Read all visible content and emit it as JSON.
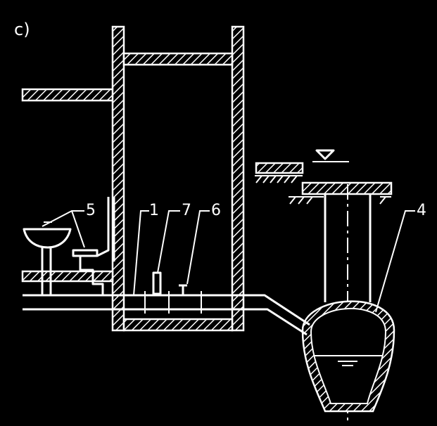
{
  "figure": {
    "panel_label": "c)",
    "callouts": [
      {
        "id": "5",
        "text": "5"
      },
      {
        "id": "1",
        "text": "1"
      },
      {
        "id": "7",
        "text": "7"
      },
      {
        "id": "6",
        "text": "6"
      },
      {
        "id": "4",
        "text": "4"
      }
    ],
    "colors": {
      "background": "#000000",
      "ink": "#ffffff"
    }
  }
}
